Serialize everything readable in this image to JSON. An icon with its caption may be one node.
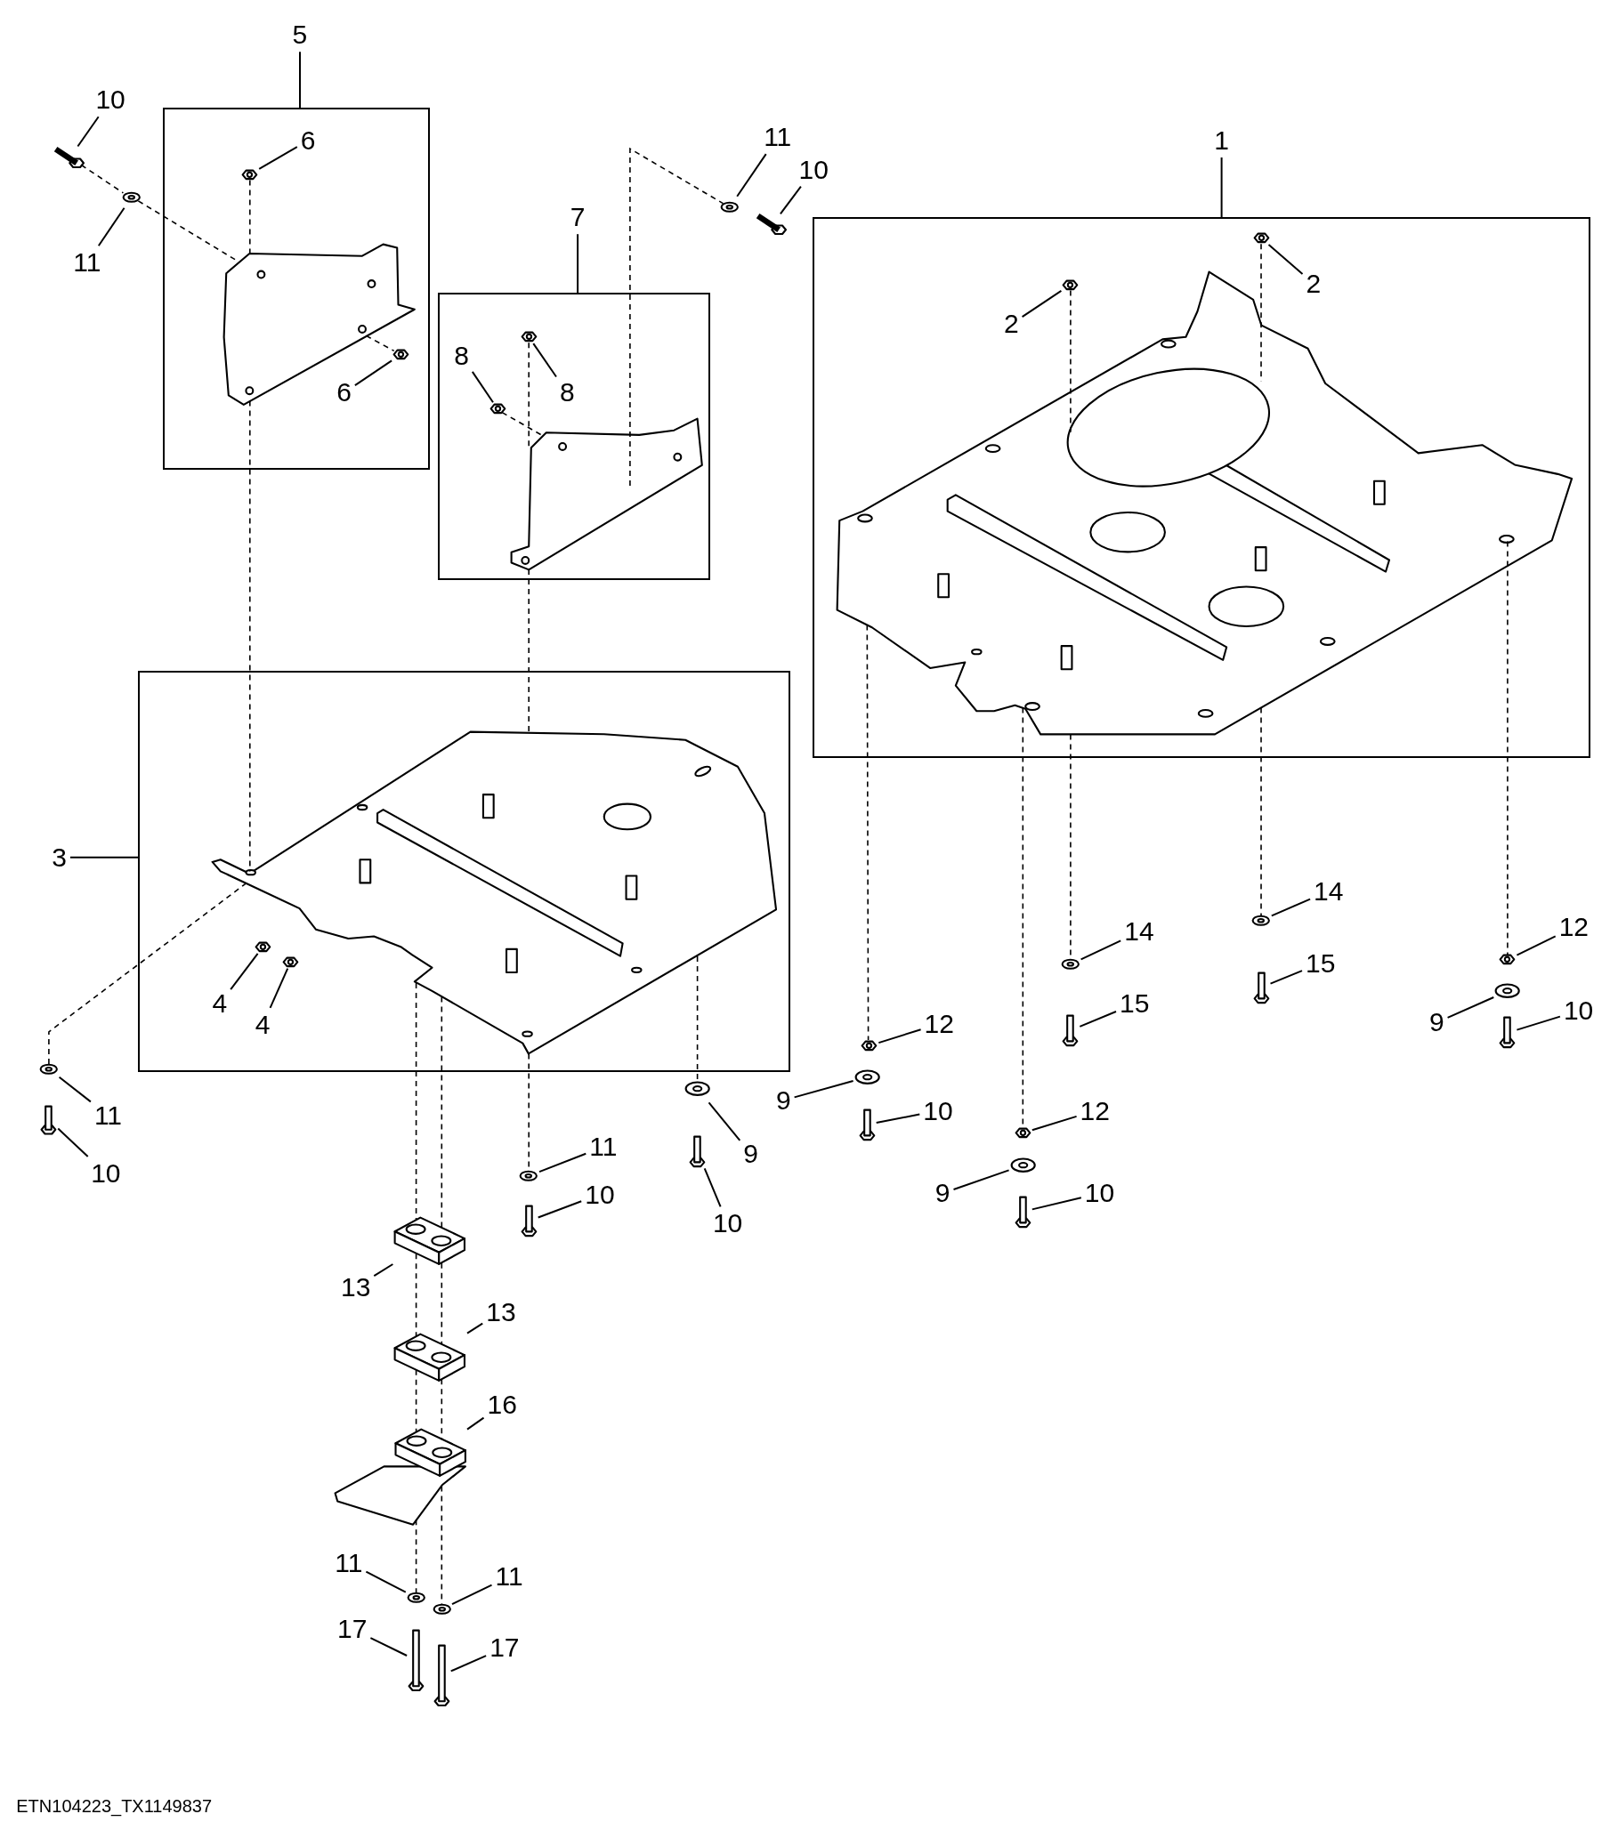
{
  "diagram": {
    "nodes": [
      {
        "text": [],
        "shape": "box"
      },
      {
        "text": [],
        "shape": "box"
      },
      {
        "text": [],
        "shape": "box"
      },
      {
        "text": [],
        "shape": "box"
      },
      {
        "text": [
          "5"
        ]
      },
      {
        "text": [
          "10"
        ]
      },
      {
        "text": [
          "11"
        ]
      },
      {
        "text": [
          "6"
        ],
        "in": 0
      },
      {
        "text": [
          "6"
        ],
        "in": 0
      },
      {
        "text": [
          "7"
        ]
      },
      {
        "text": [
          "8"
        ],
        "in": 1
      },
      {
        "text": [
          "8"
        ],
        "in": 1
      },
      {
        "text": [
          "11"
        ]
      },
      {
        "text": [
          "10"
        ]
      },
      {
        "text": [
          "1"
        ]
      },
      {
        "text": [
          "2"
        ],
        "in": 2
      },
      {
        "text": [
          "2"
        ],
        "in": 2
      },
      {
        "text": [
          "3"
        ]
      },
      {
        "text": [
          "4"
        ],
        "in": 3
      },
      {
        "text": [
          "4"
        ],
        "in": 3
      },
      {
        "text": [
          "11"
        ]
      },
      {
        "text": [
          "10"
        ]
      },
      {
        "text": [
          "9"
        ]
      },
      {
        "text": [
          "11"
        ]
      },
      {
        "text": [
          "10"
        ]
      },
      {
        "text": [
          "10"
        ]
      },
      {
        "text": [
          "12"
        ]
      },
      {
        "text": [
          "9"
        ]
      },
      {
        "text": [
          "10"
        ]
      },
      {
        "text": [
          "12"
        ]
      },
      {
        "text": [
          "9"
        ]
      },
      {
        "text": [
          "10"
        ]
      },
      {
        "text": [
          "14"
        ]
      },
      {
        "text": [
          "15"
        ]
      },
      {
        "text": [
          "14"
        ]
      },
      {
        "text": [
          "15"
        ]
      },
      {
        "text": [
          "12"
        ]
      },
      {
        "text": [
          "9"
        ]
      },
      {
        "text": [
          "10"
        ]
      },
      {
        "text": [
          "13"
        ]
      },
      {
        "text": [
          "13"
        ]
      },
      {
        "text": [
          "16"
        ]
      },
      {
        "text": [
          "11"
        ]
      },
      {
        "text": [
          "11"
        ]
      },
      {
        "text": [
          "17"
        ]
      },
      {
        "text": [
          "17"
        ]
      },
      {
        "text": [],
        "shape": "picture",
        "in": 0
      },
      {
        "text": [],
        "shape": "picture",
        "in": 0
      },
      {
        "text": [],
        "shape": "picture",
        "in": 0
      },
      {
        "text": [],
        "shape": "picture",
        "in": 1
      },
      {
        "text": [],
        "shape": "picture",
        "in": 1
      },
      {
        "text": [],
        "shape": "picture",
        "in": 1
      },
      {
        "text": [],
        "shape": "picture",
        "in": 2
      },
      {
        "text": [],
        "shape": "picture",
        "in": 2
      },
      {
        "text": [],
        "shape": "picture",
        "in": 2
      },
      {
        "text": [],
        "shape": "picture",
        "in": 3
      },
      {
        "text": [],
        "shape": "picture",
        "in": 3
      },
      {
        "text": [],
        "shape": "picture",
        "in": 3
      },
      {
        "text": [],
        "shape": "picture"
      },
      {
        "text": [],
        "shape": "picture"
      },
      {
        "text": [],
        "shape": "picture"
      },
      {
        "text": [],
        "shape": "picture"
      },
      {
        "text": [],
        "shape": "picture"
      },
      {
        "text": [],
        "shape": "picture"
      },
      {
        "text": [],
        "shape": "picture"
      },
      {
        "text": [],
        "shape": "picture"
      },
      {
        "text": [],
        "shape": "picture"
      },
      {
        "text": [],
        "shape": "picture"
      },
      {
        "text": [],
        "shape": "picture"
      },
      {
        "text": [],
        "shape": "picture"
      },
      {
        "text": [],
        "shape": "picture"
      },
      {
        "text": [],
        "shape": "picture"
      },
      {
        "text": [],
        "shape": "picture"
      },
      {
        "text": [],
        "shape": "picture"
      },
      {
        "text": [],
        "shape": "picture"
      },
      {
        "text": [],
        "shape": "picture"
      },
      {
        "text": [],
        "shape": "picture"
      },
      {
        "text": [],
        "shape": "picture"
      },
      {
        "text": [],
        "shape": "picture"
      },
      {
        "text": [],
        "shape": "picture"
      },
      {
        "text": [],
        "shape": "picture"
      },
      {
        "text": [],
        "shape": "picture"
      },
      {
        "text": [],
        "shape": "picture"
      },
      {
        "text": [],
        "shape": "picture"
      },
      {
        "text": [],
        "shape": "picture"
      },
      {
        "text": [],
        "shape": "picture"
      },
      {
        "text": [],
        "shape": "picture"
      },
      {
        "text": [],
        "shape": "picture"
      }
    ],
    "edges": [
      {
        "from": 4,
        "to": 0,
        "arrow": "none"
      },
      {
        "from": 5,
        "to": 58,
        "arrow": "none"
      },
      {
        "from": 6,
        "to": 59,
        "arrow": "none"
      },
      {
        "from": 7,
        "to": 47,
        "arrow": "none"
      },
      {
        "from": 8,
        "to": 48,
        "arrow": "none"
      },
      {
        "from": 9,
        "to": 1,
        "arrow": "none"
      },
      {
        "from": 10,
        "to": 51,
        "arrow": "none"
      },
      {
        "from": 11,
        "to": 50,
        "arrow": "none"
      },
      {
        "from": 12,
        "to": 60,
        "arrow": "none"
      },
      {
        "from": 13,
        "to": 61,
        "arrow": "none"
      },
      {
        "from": 14,
        "to": 2,
        "arrow": "none"
      },
      {
        "from": 15,
        "to": 53,
        "arrow": "none"
      },
      {
        "from": 16,
        "to": 54,
        "arrow": "none"
      },
      {
        "from": 17,
        "to": 3,
        "arrow": "none"
      },
      {
        "from": 18,
        "to": 56,
        "arrow": "none"
      },
      {
        "from": 19,
        "to": 57,
        "arrow": "none"
      },
      {
        "from": 20,
        "to": 62,
        "arrow": "none"
      },
      {
        "from": 21,
        "to": 63,
        "arrow": "none"
      },
      {
        "from": 22,
        "to": 64,
        "arrow": "none"
      },
      {
        "from": 23,
        "to": 66,
        "arrow": "none"
      },
      {
        "from": 24,
        "to": 67,
        "arrow": "none"
      },
      {
        "from": 25,
        "to": 65,
        "arrow": "none"
      },
      {
        "from": 26,
        "to": 68,
        "arrow": "none"
      },
      {
        "from": 27,
        "to": 69,
        "arrow": "none"
      },
      {
        "from": 28,
        "to": 70,
        "arrow": "none"
      },
      {
        "from": 29,
        "to": 71,
        "arrow": "none"
      },
      {
        "from": 30,
        "to": 72,
        "arrow": "none"
      },
      {
        "from": 31,
        "to": 73,
        "arrow": "none"
      },
      {
        "from": 32,
        "to": 74,
        "arrow": "none"
      },
      {
        "from": 33,
        "to": 75,
        "arrow": "none"
      },
      {
        "from": 34,
        "to": 76,
        "arrow": "none"
      },
      {
        "from": 35,
        "to": 77,
        "arrow": "none"
      },
      {
        "from": 36,
        "to": 78,
        "arrow": "none"
      },
      {
        "from": 37,
        "to": 79,
        "arrow": "none"
      },
      {
        "from": 38,
        "to": 80,
        "arrow": "none"
      },
      {
        "from": 39,
        "to": 81,
        "arrow": "none"
      },
      {
        "from": 40,
        "to": 82,
        "arrow": "none"
      },
      {
        "from": 41,
        "to": 83,
        "arrow": "none"
      },
      {
        "from": 42,
        "to": 84,
        "arrow": "none"
      },
      {
        "from": 43,
        "to": 85,
        "arrow": "none"
      },
      {
        "from": 44,
        "to": 86,
        "arrow": "none"
      },
      {
        "from": 45,
        "to": 87,
        "arrow": "none"
      },
      {
        "from": 58,
        "to": 59,
        "arrow": "none",
        "style": "dashed"
      },
      {
        "from": 59,
        "to": 46,
        "arrow": "none",
        "style": "dashed"
      },
      {
        "from": 47,
        "to": 46,
        "arrow": "none",
        "style": "dashed"
      },
      {
        "from": 55,
        "to": 62,
        "arrow": "none",
        "style": "dashed"
      },
      {
        "from": 50,
        "to": 49,
        "arrow": "none",
        "style": "dashed"
      },
      {
        "from": 49,
        "to": 55,
        "arrow": "none",
        "style": "dashed"
      },
      {
        "from": 55,
        "to": 66,
        "arrow": "none",
        "style": "dashed"
      },
      {
        "from": 51,
        "to": 49,
        "arrow": "none",
        "style": "dashed"
      },
      {
        "from": 53,
        "to": 52,
        "arrow": "none",
        "style": "dashed"
      },
      {
        "from": 54,
        "to": 52,
        "arrow": "none",
        "style": "dashed"
      },
      {
        "from": 52,
        "to": 68,
        "arrow": "none",
        "style": "dashed"
      },
      {
        "from": 52,
        "to": 71,
        "arrow": "none",
        "style": "dashed"
      },
      {
        "from": 52,
        "to": 74,
        "arrow": "none",
        "style": "dashed"
      },
      {
        "from": 52,
        "to": 76,
        "arrow": "none",
        "style": "dashed"
      },
      {
        "from": 52,
        "to": 78,
        "arrow": "none",
        "style": "dashed"
      },
      {
        "from": 55,
        "to": 64,
        "arrow": "none",
        "style": "dashed"
      },
      {
        "from": 55,
        "to": 81,
        "arrow": "none",
        "style": "dashed"
      },
      {
        "from": 55,
        "to": 81,
        "arrow": "none",
        "style": "dashed"
      },
      {
        "from": 81,
        "to": 82,
        "arrow": "none",
        "style": "dashed"
      },
      {
        "from": 81,
        "to": 82,
        "arrow": "none",
        "style": "dashed"
      },
      {
        "from": 82,
        "to": 83,
        "arrow": "none",
        "style": "dashed"
      },
      {
        "from": 82,
        "to": 83,
        "arrow": "none",
        "style": "dashed"
      },
      {
        "from": 83,
        "to": 84,
        "arrow": "none",
        "style": "dashed"
      },
      {
        "from": 83,
        "to": 85,
        "arrow": "none",
        "style": "dashed"
      },
      {
        "from": 46,
        "to": 48,
        "arrow": "none",
        "style": "dashed"
      },
      {
        "from": 46,
        "to": 55,
        "arrow": "none",
        "style": "dashed"
      },
      {
        "from": 49,
        "to": 60,
        "arrow": "none",
        "style": "dashed"
      }
    ],
    "labels": [
      "ETN104223_TX1149837"
    ]
  }
}
